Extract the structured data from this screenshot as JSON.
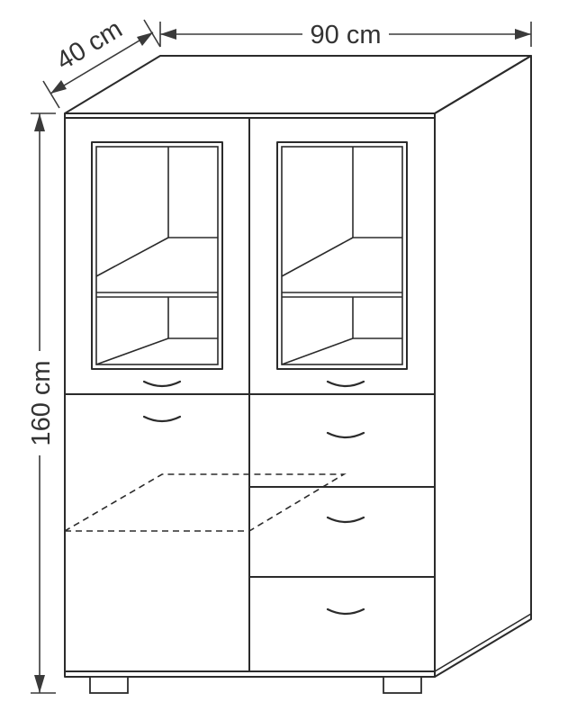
{
  "dimensions": {
    "width": "90 cm",
    "depth": "40 cm",
    "height": "160 cm"
  },
  "colors": {
    "line": "#2b2b2b",
    "label": "#333333",
    "background": "#ffffff"
  }
}
